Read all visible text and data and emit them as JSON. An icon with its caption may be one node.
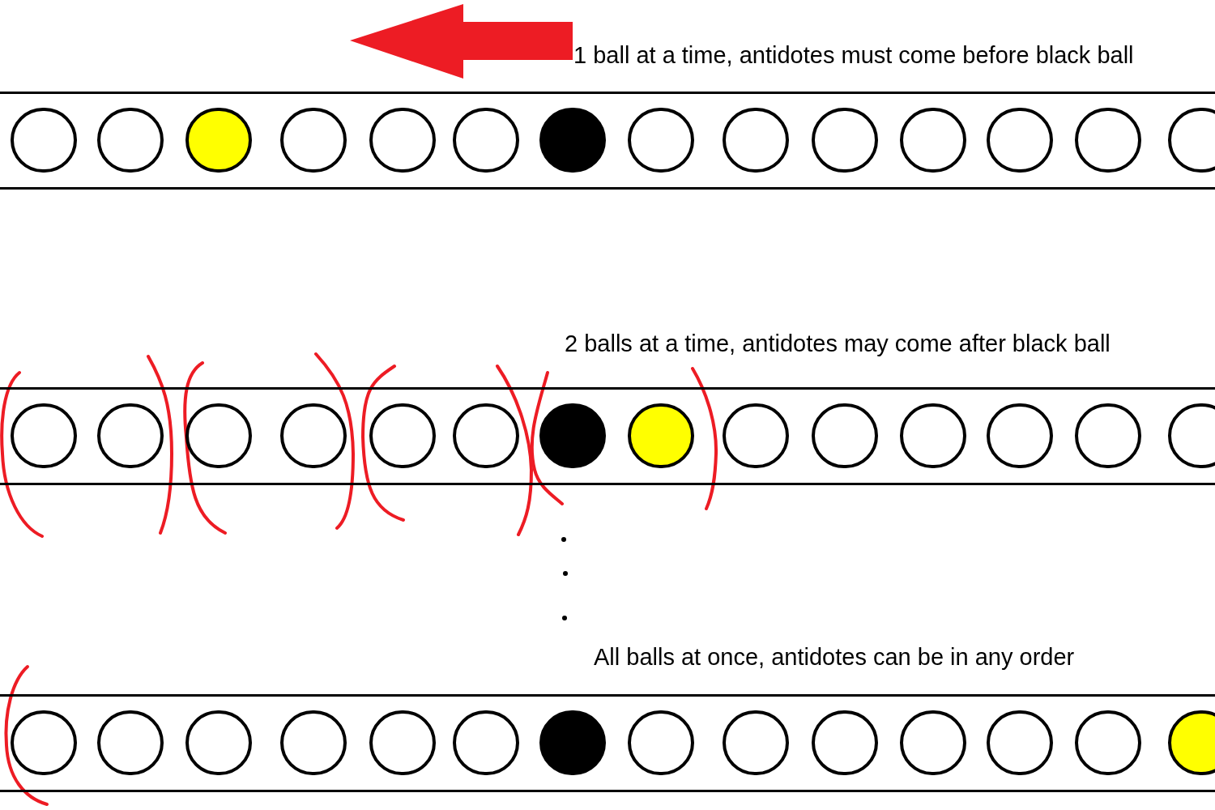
{
  "diagram": {
    "nodes": [
      {
        "text": [],
        "shape": "bar"
      },
      {
        "text": [],
        "shape": "circle",
        "in": 0
      },
      {
        "text": [],
        "shape": "circle",
        "in": 0
      },
      {
        "text": [],
        "shape": "circle",
        "in": 0
      },
      {
        "text": [],
        "shape": "circle",
        "in": 0
      },
      {
        "text": [],
        "shape": "circle",
        "in": 0
      },
      {
        "text": [],
        "shape": "circle",
        "in": 0
      },
      {
        "text": [],
        "shape": "circle",
        "in": 0
      },
      {
        "text": [],
        "shape": "circle",
        "in": 0
      },
      {
        "text": [],
        "shape": "circle",
        "in": 0
      },
      {
        "text": [],
        "shape": "circle",
        "in": 0
      },
      {
        "text": [],
        "shape": "circle",
        "in": 0
      },
      {
        "text": [],
        "shape": "circle",
        "in": 0
      },
      {
        "text": [],
        "shape": "circle",
        "in": 0
      },
      {
        "text": [],
        "shape": "circle",
        "in": 0
      },
      {
        "text": [],
        "shape": "bar"
      },
      {
        "text": [],
        "shape": "circle",
        "in": 15
      },
      {
        "text": [],
        "shape": "circle",
        "in": 15
      },
      {
        "text": [],
        "shape": "circle",
        "in": 15
      },
      {
        "text": [],
        "shape": "circle",
        "in": 15
      },
      {
        "text": [],
        "shape": "circle",
        "in": 15
      },
      {
        "text": [],
        "shape": "circle",
        "in": 15
      },
      {
        "text": [],
        "shape": "circle",
        "in": 15
      },
      {
        "text": [],
        "shape": "circle",
        "in": 15
      },
      {
        "text": [],
        "shape": "circle",
        "in": 15
      },
      {
        "text": [],
        "shape": "circle",
        "in": 15
      },
      {
        "text": [],
        "shape": "circle",
        "in": 15
      },
      {
        "text": [],
        "shape": "circle",
        "in": 15
      },
      {
        "text": [],
        "shape": "circle",
        "in": 15
      },
      {
        "text": [],
        "shape": "circle",
        "in": 15
      },
      {
        "text": [],
        "shape": "bar"
      },
      {
        "text": [],
        "shape": "circle",
        "in": 30
      },
      {
        "text": [],
        "shape": "circle",
        "in": 30
      },
      {
        "text": [],
        "shape": "circle",
        "in": 30
      },
      {
        "text": [],
        "shape": "circle",
        "in": 30
      },
      {
        "text": [],
        "shape": "circle",
        "in": 30
      },
      {
        "text": [],
        "shape": "circle",
        "in": 30
      },
      {
        "text": [],
        "shape": "circle",
        "in": 30
      },
      {
        "text": [],
        "shape": "circle",
        "in": 30
      },
      {
        "text": [],
        "shape": "circle",
        "in": 30
      },
      {
        "text": [],
        "shape": "circle",
        "in": 30
      },
      {
        "text": [],
        "shape": "circle",
        "in": 30
      },
      {
        "text": [],
        "shape": "circle",
        "in": 30
      },
      {
        "text": [],
        "shape": "circle",
        "in": 30
      },
      {
        "text": [],
        "shape": "circle",
        "in": 30
      }
    ],
    "labels": [
      "1 ball at a time, antidotes must come before black ball",
      "2 balls at a time, antidotes may come after black ball",
      "All balls at once, antidotes can be in any order"
    ]
  }
}
